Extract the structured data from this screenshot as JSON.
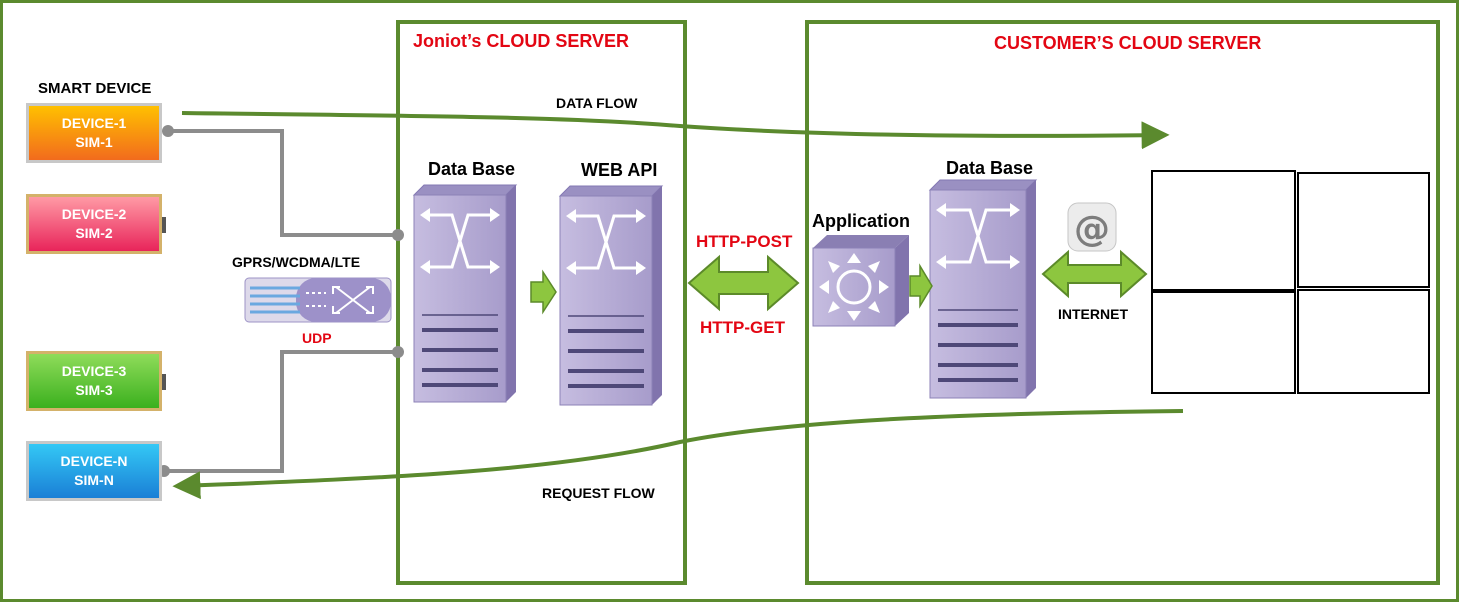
{
  "zones": {
    "joniot": "Joniot’s CLOUD SERVER",
    "customer": "CUSTOMER’S CLOUD SERVER"
  },
  "smart_device_title": "SMART DEVICE",
  "devices": [
    {
      "line1": "DEVICE-1",
      "line2": "SIM-1",
      "color_top": "#ffc000",
      "color_bottom": "#f26b1d"
    },
    {
      "line1": "DEVICE-2",
      "line2": "SIM-2",
      "color_top": "#ff9aa5",
      "color_bottom": "#e8245a"
    },
    {
      "line1": "DEVICE-3",
      "line2": "SIM-3",
      "color_top": "#8fdc5a",
      "color_bottom": "#3bb01e"
    },
    {
      "line1": "DEVICE-N",
      "line2": "SIM-N",
      "color_top": "#34c8f5",
      "color_bottom": "#1a7fd6"
    }
  ],
  "network_label": "GPRS/WCDMA/LTE",
  "udp_label": "UDP",
  "data_flow_label": "DATA FLOW",
  "request_flow_label": "REQUEST FLOW",
  "joniot_database_label": "Data Base",
  "web_api_label": "WEB API",
  "http_post_label": "HTTP-POST",
  "http_get_label": "HTTP-GET",
  "application_label": "Application",
  "customer_database_label": "Data Base",
  "internet_label": "INTERNET",
  "colors": {
    "frame": "#5b8a2e",
    "flow_line": "#5b8a2e",
    "red_text": "#e30613",
    "server_fill": "#b8aed6",
    "arrow_fill": "#8dc63f",
    "arrow_stroke": "#5c8a2a"
  }
}
